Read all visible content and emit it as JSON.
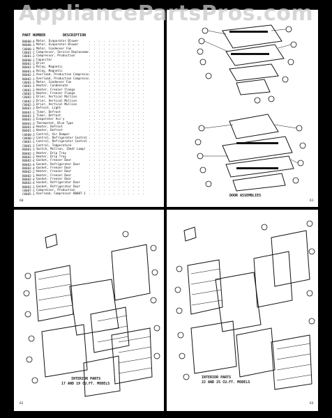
{
  "watermark": "AppliancePartsPros.com",
  "table": {
    "col_part": "PART NUMBER",
    "col_desc": "DESCRIPTION",
    "rows": [
      {
        "pn": "B0000-4",
        "desc": "Motor, Evaporator Blower"
      },
      {
        "pn": "B0000-3",
        "desc": "Motor, Evaporator Blower"
      },
      {
        "pn": "C0000-1",
        "desc": "Motor, Condenser Fan"
      },
      {
        "pn": "C0001-1",
        "desc": "Compressor, Service Replacement"
      },
      {
        "pn": "C0001-2",
        "desc": "Compressor, Production"
      },
      {
        "pn": "B0000-1",
        "desc": "Capacitor"
      },
      {
        "pn": "B0001-1",
        "desc": "Drier"
      },
      {
        "pn": "B0001-3",
        "desc": "Relay, Magnetic"
      },
      {
        "pn": "B0001-4",
        "desc": "Relay, Magnetic"
      },
      {
        "pn": "B0002-1",
        "desc": "Overload, Production Compressor"
      },
      {
        "pn": "B0002-1",
        "desc": "Overload, Production Compressor"
      },
      {
        "pn": "C0001-1",
        "desc": "Motor, Condenser Fan"
      },
      {
        "pn": "C0001-1",
        "desc": "Heater, Condensate"
      },
      {
        "pn": "C0001-2",
        "desc": "Heater, Freezer Flange"
      },
      {
        "pn": "C0002-1",
        "desc": "Heater, Freezer Flange"
      },
      {
        "pn": "C0002-1",
        "desc": "Drier, Vertical Mullion"
      },
      {
        "pn": "C0002-2",
        "desc": "Drier, Vertical Mullion"
      },
      {
        "pn": "C0002-3",
        "desc": "Drier, Vertical Mullion"
      },
      {
        "pn": "B0001-2",
        "desc": "Defrost, Light"
      },
      {
        "pn": "B0001-1",
        "desc": "Timer, Defrost"
      },
      {
        "pn": "B0001-1",
        "desc": "Timer, Defrost"
      },
      {
        "pn": "B0001-3",
        "desc": "Evaporator Ass'y"
      },
      {
        "pn": "B0001-3",
        "desc": "Thermostat, Blue Type"
      },
      {
        "pn": "B0001-4",
        "desc": "Heater, Defrost"
      },
      {
        "pn": "B0001-1",
        "desc": "Heater, Defrost"
      },
      {
        "pn": "C0000-3",
        "desc": "Control, Air Damper"
      },
      {
        "pn": "C0000-2",
        "desc": "Control, Refrigerator Control"
      },
      {
        "pn": "C0001-1",
        "desc": "Control, Refrigerator Control"
      },
      {
        "pn": "C0001-1",
        "desc": "Control, Temperature"
      },
      {
        "pn": "B0001-1",
        "desc": "Switch, Mullion, (Dedr Lamp)"
      },
      {
        "pn": "B0002-1",
        "desc": "Heater, Drip Tray"
      },
      {
        "pn": "B0002-2",
        "desc": "Heater, Drip Tray"
      },
      {
        "pn": "B0002-4",
        "desc": "Gasket, Freezer Door"
      },
      {
        "pn": "B0003-4",
        "desc": "Gasket, Refrigerator Door"
      },
      {
        "pn": "B0002-4",
        "desc": "Gasket, Freezer Door"
      },
      {
        "pn": "B0002-2",
        "desc": "Heater, Freezer Door"
      },
      {
        "pn": "B0002-1",
        "desc": "Heater, Freezer Door"
      },
      {
        "pn": "B0002-4",
        "desc": "Gasket, Freezer Door"
      },
      {
        "pn": "B0003-4",
        "desc": "Gasket, Refrigerator Door"
      },
      {
        "pn": "B0002-1",
        "desc": "Gasket, Refrigerator Door"
      },
      {
        "pn": "C0007-1",
        "desc": "Compressor, Production"
      },
      {
        "pn": "C0005-1",
        "desc": "Overload, Compressor B0007-1"
      }
    ]
  },
  "page_numbers": {
    "q1": "60",
    "q2": "61",
    "q3": "62",
    "q4": "63"
  },
  "captions": {
    "door": "DOOR ASSEMBLIES",
    "interior_small_1": "INTERIOR PARTS",
    "interior_small_2": "17 AND 19 CU.FT. MODELS",
    "interior_large_1": "INTERIOR PARTS",
    "interior_large_2": "22 AND 25 CU.FT. MODELS"
  }
}
